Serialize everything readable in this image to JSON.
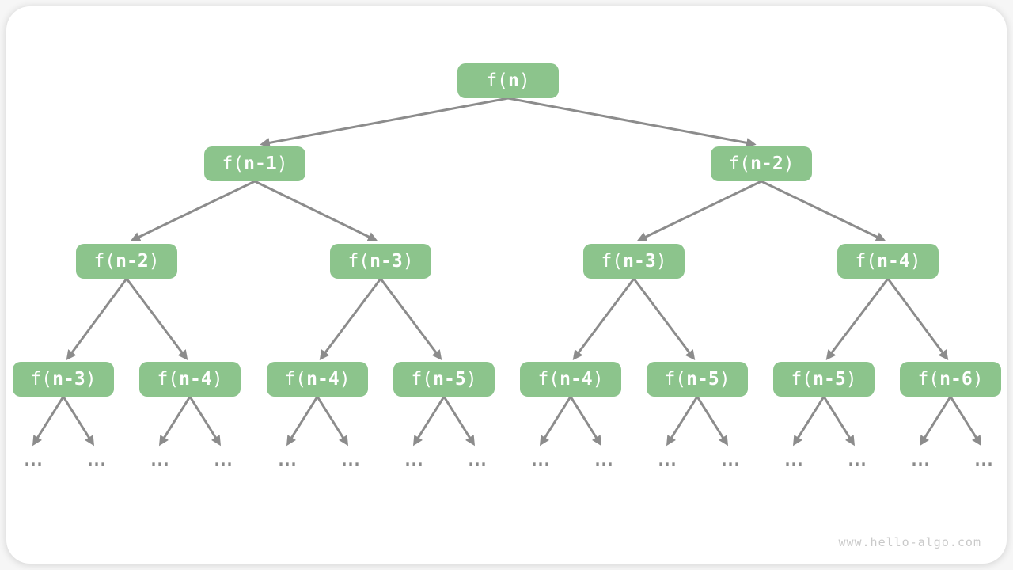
{
  "colors": {
    "node_bg": "#8cc48c",
    "node_text": "#ffffff",
    "edge": "#8c8c8c",
    "dots": "#8a8a8a",
    "card_bg": "#ffffff",
    "page_bg": "#f6f6f6",
    "watermark": "#c9c9c9"
  },
  "tree": {
    "ellipsis": "...",
    "nodes": [
      {
        "pre": "f(",
        "arg": "n",
        "post": ")"
      },
      {
        "pre": "f(",
        "arg": "n-1",
        "post": ")"
      },
      {
        "pre": "f(",
        "arg": "n-2",
        "post": ")"
      },
      {
        "pre": "f(",
        "arg": "n-2",
        "post": ")"
      },
      {
        "pre": "f(",
        "arg": "n-3",
        "post": ")"
      },
      {
        "pre": "f(",
        "arg": "n-3",
        "post": ")"
      },
      {
        "pre": "f(",
        "arg": "n-4",
        "post": ")"
      },
      {
        "pre": "f(",
        "arg": "n-3",
        "post": ")"
      },
      {
        "pre": "f(",
        "arg": "n-4",
        "post": ")"
      },
      {
        "pre": "f(",
        "arg": "n-4",
        "post": ")"
      },
      {
        "pre": "f(",
        "arg": "n-5",
        "post": ")"
      },
      {
        "pre": "f(",
        "arg": "n-4",
        "post": ")"
      },
      {
        "pre": "f(",
        "arg": "n-5",
        "post": ")"
      },
      {
        "pre": "f(",
        "arg": "n-5",
        "post": ")"
      },
      {
        "pre": "f(",
        "arg": "n-6",
        "post": ")"
      }
    ]
  },
  "footer": {
    "watermark": "www.hello-algo.com"
  }
}
